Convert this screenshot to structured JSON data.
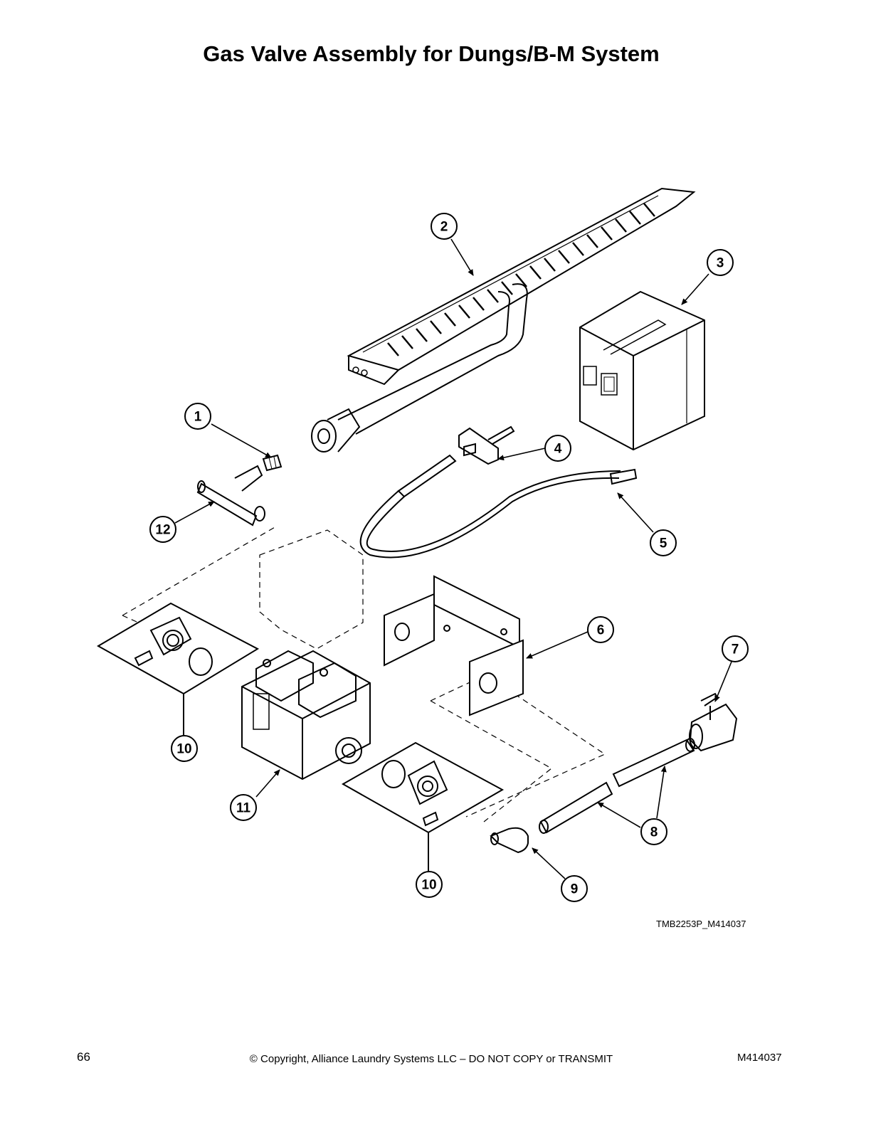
{
  "title": "Gas Valve Assembly for Dungs/B-M System",
  "callouts": [
    "1",
    "2",
    "3",
    "4",
    "5",
    "6",
    "7",
    "8",
    "9",
    "10",
    "10",
    "11",
    "12"
  ],
  "figure_code": "TMB2253P_M414037",
  "footer": {
    "page_number": "66",
    "copyright": "© Copyright, Alliance Laundry Systems LLC – DO NOT COPY or TRANSMIT",
    "doc_id": "M414037"
  }
}
